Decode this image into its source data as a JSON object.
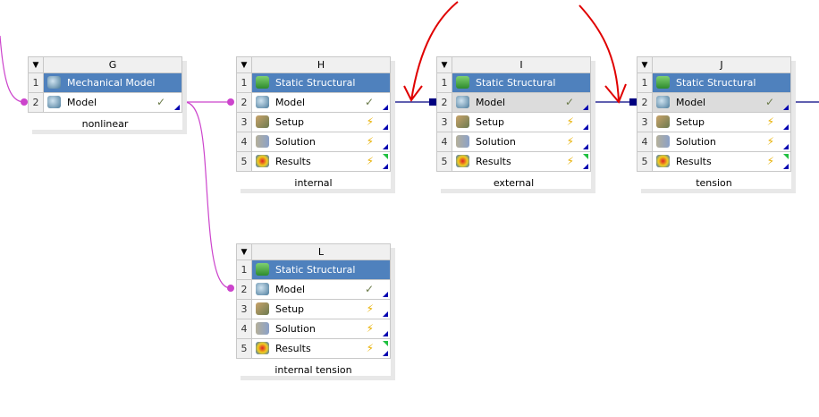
{
  "systems": [
    {
      "id": "G",
      "name": "nonlinear",
      "rows": [
        {
          "n": "1",
          "label": "Mechanical Model",
          "icon": "mechanical-model-icon",
          "status": ""
        },
        {
          "n": "2",
          "label": "Model",
          "icon": "model-icon",
          "status": "check"
        }
      ]
    },
    {
      "id": "H",
      "name": "internal",
      "rows": [
        {
          "n": "1",
          "label": "Static Structural",
          "icon": "static-structural-icon",
          "status": ""
        },
        {
          "n": "2",
          "label": "Model",
          "icon": "model-icon",
          "status": "check"
        },
        {
          "n": "3",
          "label": "Setup",
          "icon": "setup-icon",
          "status": "bolt"
        },
        {
          "n": "4",
          "label": "Solution",
          "icon": "solution-icon",
          "status": "bolt"
        },
        {
          "n": "5",
          "label": "Results",
          "icon": "results-icon",
          "status": "bolt"
        }
      ]
    },
    {
      "id": "I",
      "name": "external",
      "rows": [
        {
          "n": "1",
          "label": "Static Structural",
          "icon": "static-structural-icon",
          "status": ""
        },
        {
          "n": "2",
          "label": "Model",
          "icon": "model-icon",
          "status": "check",
          "selected": true
        },
        {
          "n": "3",
          "label": "Setup",
          "icon": "setup-icon",
          "status": "bolt"
        },
        {
          "n": "4",
          "label": "Solution",
          "icon": "solution-icon",
          "status": "bolt"
        },
        {
          "n": "5",
          "label": "Results",
          "icon": "results-icon",
          "status": "bolt"
        }
      ]
    },
    {
      "id": "J",
      "name": "tension",
      "rows": [
        {
          "n": "1",
          "label": "Static Structural",
          "icon": "static-structural-icon",
          "status": ""
        },
        {
          "n": "2",
          "label": "Model",
          "icon": "model-icon",
          "status": "check",
          "selected": true
        },
        {
          "n": "3",
          "label": "Setup",
          "icon": "setup-icon",
          "status": "bolt"
        },
        {
          "n": "4",
          "label": "Solution",
          "icon": "solution-icon",
          "status": "bolt"
        },
        {
          "n": "5",
          "label": "Results",
          "icon": "results-icon",
          "status": "bolt"
        }
      ]
    },
    {
      "id": "L",
      "name": "internal tension",
      "rows": [
        {
          "n": "1",
          "label": "Static Structural",
          "icon": "static-structural-icon",
          "status": ""
        },
        {
          "n": "2",
          "label": "Model",
          "icon": "model-icon",
          "status": "check"
        },
        {
          "n": "3",
          "label": "Setup",
          "icon": "setup-icon",
          "status": "bolt"
        },
        {
          "n": "4",
          "label": "Solution",
          "icon": "solution-icon",
          "status": "bolt"
        },
        {
          "n": "5",
          "label": "Results",
          "icon": "results-icon",
          "status": "bolt"
        }
      ]
    }
  ],
  "colors": {
    "header": "#4f81bd",
    "share_link": "#cc44cc",
    "transfer_link": "#000080",
    "annotation": "#e00000"
  }
}
